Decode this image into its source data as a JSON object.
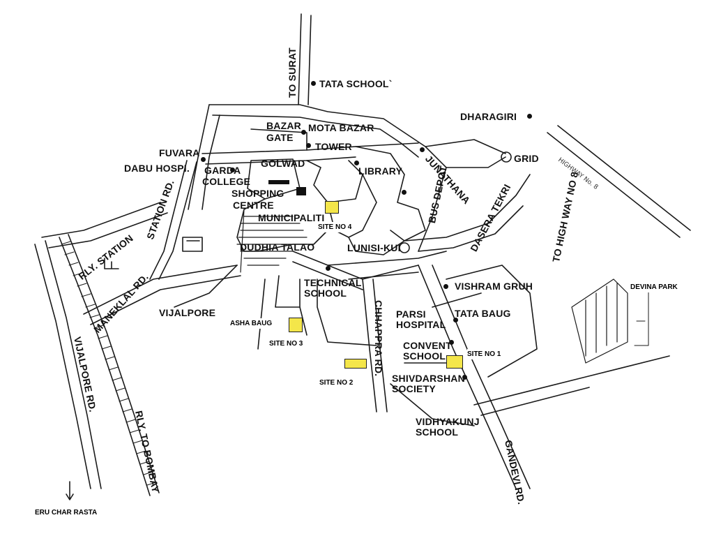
{
  "colors": {
    "site": "#f4e64a",
    "ink": "#1a1a1a",
    "paper": "#ffffff"
  },
  "labels": {
    "to_surat": "TO SURAT",
    "tata_school": "TATA SCHOOL`",
    "dharagiri": "DHARAGIRI",
    "bazar_gate_1": "BAZAR",
    "bazar_gate_2": "GATE",
    "mota_bazar": "MOTA BAZAR",
    "tower": "TOWER",
    "grid": "GRID",
    "fuvara": "FUVARA",
    "dabu_hospi": "DABU HOSPI.",
    "golwad": "GOLWAD",
    "library": "LIBRARY",
    "junathana": "JUNATHANA",
    "garda_college_1": "GARDA",
    "garda_college_2": "COLLEGE",
    "shopping_centre_1": "SHOPPING",
    "shopping_centre_2": "CENTRE",
    "municipaliti": "MUNICIPALITI",
    "bus_depot": "BUS DEPOT",
    "dasera_tekri": "DASERA TEKRI",
    "to_highway": "TO HIGH WAY NO 8",
    "station_rd": "STATION RD.",
    "rly_station": "RLY. STATION",
    "dudhia_talao": "DUDHIA TALAO",
    "lunisi_kui": "LUNISI-KUI",
    "technical_school_1": "TECHNICAL",
    "technical_school_2": "SCHOOL",
    "vishram_gruh": "VISHRAM GRUH",
    "maneklal_rd": "MANEKLAL RD.",
    "vijalpore": "VIJALPORE",
    "parsi_hospital_1": "PARSI",
    "parsi_hospital_2": "HOSPITAL",
    "tata_baug": "TATA BAUG",
    "chhappra_rd": "CHHAPPRA RD.",
    "convent_school_1": "CONVENT",
    "convent_school_2": "SCHOOL",
    "shivdarshan_1": "SHIVDARSHAN",
    "shivdarshan_2": "SOCIETY",
    "vidhyakunj_1": "VIDHYAKUNJ",
    "vidhyakunj_2": "SCHOOL",
    "vijalpore_rd": "VIJALPORE RD.",
    "rly_to_bombay": "RLY. TO BOMBAY",
    "gandevi_rd": "GANDEVI RD."
  },
  "annotations": {
    "site_no_1": "SITE NO 1",
    "site_no_2": "SITE NO 2",
    "site_no_3": "SITE NO 3",
    "site_no_4": "SITE NO 4",
    "asha_baug": "ASHA BAUG",
    "devina_park": "DEVINA PARK",
    "eru_char_rasta": "ERU CHAR RASTA"
  }
}
